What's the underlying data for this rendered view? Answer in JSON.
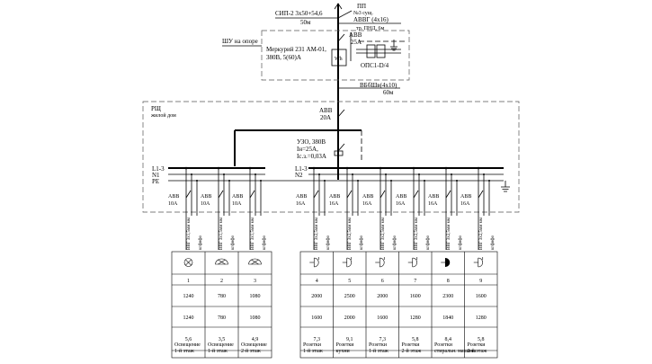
{
  "feed": {
    "pole_label": "ПП",
    "pole_sub": "№3 сущ.",
    "cable_in": "СИП-2 3х50+54,6",
    "cable_in_len": "50м",
    "cable_out": "АВВГ (4х16)",
    "cable_out_note": "тр. ПНД, 6м"
  },
  "shu": {
    "label": "ШУ на опоре",
    "breaker": "АВВ",
    "breaker_rating": "25А",
    "meter_name": "Меркурий 231 АМ-01,",
    "meter_spec": "380В, 5(60)А",
    "meter_symbol": "Wh",
    "surge": "ОПС1-D/4"
  },
  "link": {
    "cable": "ВБбШв(4х10)",
    "len": "60м"
  },
  "rsh": {
    "label1": "РЩ",
    "label2": "жилой дом",
    "main_breaker": "АВВ",
    "main_rating": "20А",
    "rcd1": "УЗО, 380В",
    "rcd2": "Iн=25А,",
    "rcd3": "Iс.з.=0,03А",
    "bus_l1": "L1-3",
    "bus_n1": "N1",
    "bus_pe": "PE",
    "bus_l2": "L1-3",
    "bus_n2": "N2"
  },
  "groups": [
    {
      "breaker": "АВВ",
      "rating": "10А",
      "cable": "ВВГ 3х1,5мм мм",
      "tube": "кгфнфо",
      "num": "1",
      "p1": "1240",
      "p2": "1240",
      "i": "5,6",
      "desc1": "Освещение",
      "desc2": "1-й этаж",
      "icon": "lamp-icon"
    },
    {
      "breaker": "АВВ",
      "rating": "10А",
      "cable": "ВВГ 3х1,5мм мм",
      "tube": "кгфнфо",
      "num": "2",
      "p1": "780",
      "p2": "780",
      "i": "3,5",
      "desc1": "Освещение",
      "desc2": "1-й этаж",
      "icon": "ceiling-lamp-icon"
    },
    {
      "breaker": "АВВ",
      "rating": "10А",
      "cable": "ВВГ 3х1,5мм мм",
      "tube": "кгфнфо",
      "num": "3",
      "p1": "1080",
      "p2": "1080",
      "i": "4,9",
      "desc1": "Освещение",
      "desc2": "2-й этаж",
      "icon": "ceiling-lamp-icon"
    },
    {
      "breaker": "АВВ",
      "rating": "16А",
      "cable": "ВВГ 3х2,5мм мм",
      "tube": "кгфнфо",
      "num": "4",
      "p1": "2000",
      "p2": "1600",
      "i": "7,3",
      "desc1": "Розетки",
      "desc2": "1-й этаж",
      "icon": "socket-icon"
    },
    {
      "breaker": "АВВ",
      "rating": "16А",
      "cable": "ВВГ 3х2,5мм мм",
      "tube": "кгфнфо",
      "num": "5",
      "p1": "2500",
      "p2": "2000",
      "i": "9,1",
      "desc1": "Розетки",
      "desc2": "кухни",
      "icon": "socket-icon"
    },
    {
      "breaker": "АВВ",
      "rating": "16А",
      "cable": "ВВГ 3х2,5мм мм",
      "tube": "кгфнфо",
      "num": "6",
      "p1": "2000",
      "p2": "1600",
      "i": "7,3",
      "desc1": "Розетки",
      "desc2": "1-й этаж",
      "icon": "socket-icon"
    },
    {
      "breaker": "АВВ",
      "rating": "16А",
      "cable": "ВВГ 3х2,5мм мм",
      "tube": "кгфнфо",
      "num": "7",
      "p1": "1600",
      "p2": "1280",
      "i": "5,8",
      "desc1": "Розетки",
      "desc2": "2-й этаж",
      "icon": "socket-icon"
    },
    {
      "breaker": "АВВ",
      "rating": "16А",
      "cable": "ВВГ 3х2,5мм мм",
      "tube": "кгфнфо",
      "num": "8",
      "p1": "2300",
      "p2": "1840",
      "i": "8,4",
      "desc1": "Розетки",
      "desc2": "стиральн. машина",
      "icon": "washer-socket-icon"
    },
    {
      "breaker": "АВВ",
      "rating": "16А",
      "cable": "ВВГ 3х2,5мм мм",
      "tube": "кгфнфо",
      "num": "9",
      "p1": "1600",
      "p2": "1280",
      "i": "5,8",
      "desc1": "Розетки",
      "desc2": "2-й этаж",
      "icon": "socket-icon"
    }
  ]
}
